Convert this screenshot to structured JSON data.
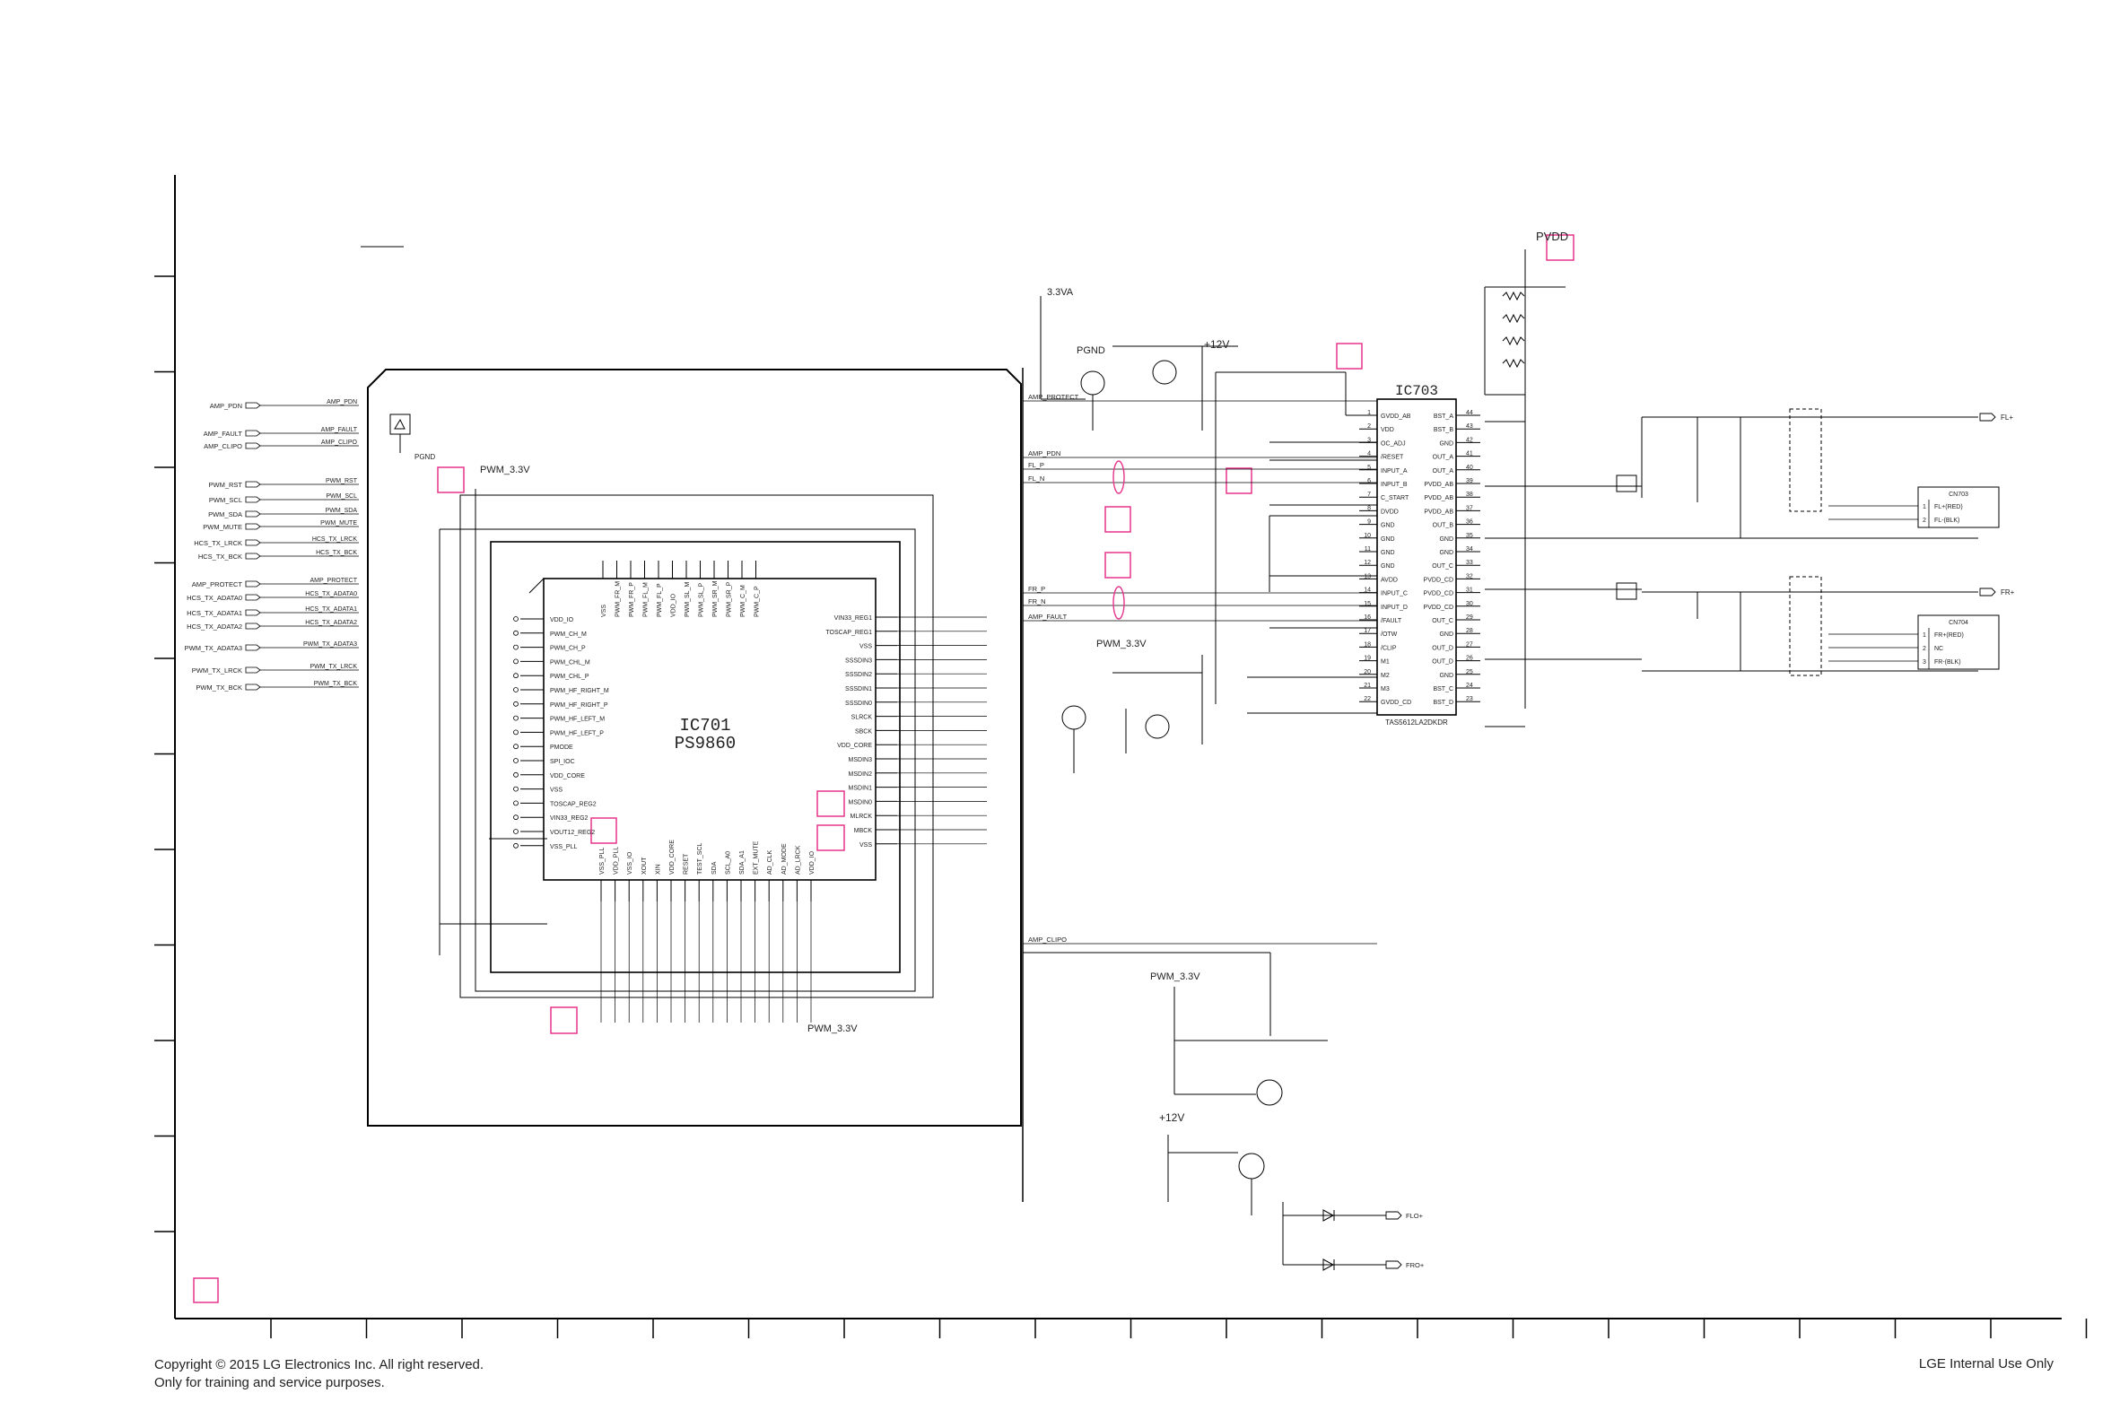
{
  "footer": {
    "copyright_line1": "Copyright © 2015 LG Electronics Inc. All right reserved.",
    "copyright_line2": "Only for training and service purposes.",
    "internal": "LGE Internal Use Only"
  },
  "ic701": {
    "ref": "IC701",
    "part": "PS9860"
  },
  "ic703": {
    "ref": "IC703",
    "part": "TAS5612LA2DKDR"
  },
  "rails": {
    "v33a": "3.3VA",
    "pwm33": "PWM_3.3V",
    "p12v": "+12V",
    "pvdd": "PVDD",
    "pgnd": "PGND"
  },
  "left_nets": [
    "AMP_PDN",
    "AMP_FAULT",
    "AMP_CLIPO",
    "PWM_RST",
    "PWM_SCL",
    "PWM_SDA",
    "PWM_MUTE",
    "HCS_TX_LRCK",
    "HCS_TX_BCK",
    "AMP_PROTECT",
    "HCS_TX_ADATA0",
    "HCS_TX_ADATA1",
    "HCS_TX_ADATA2",
    "PWM_TX_ADATA3",
    "PWM_TX_LRCK",
    "PWM_TX_BCK"
  ],
  "mid_nets": [
    "AMP_PROTECT",
    "AMP_PDN",
    "FL_P",
    "FL_N",
    "FR_P",
    "FR_N",
    "AMP_FAULT",
    "AMP_CLIPO"
  ],
  "ic701_top_pins": [
    "VSS",
    "PWM_FR_M",
    "PWM_FR_P",
    "PWM_FL_M",
    "PWM_FL_P",
    "VDD_IO",
    "PWM_SL_M",
    "PWM_SL_P",
    "PWM_SR_M",
    "PWM_SR_P",
    "PWM_C_M",
    "PWM_C_P"
  ],
  "ic701_left_pins": [
    "VDD_IO",
    "PWM_CH_M",
    "PWM_CH_P",
    "PWM_CHL_M",
    "PWM_CHL_P",
    "PWM_HF_RIGHT_M",
    "PWM_HF_RIGHT_P",
    "PWM_HF_LEFT_M",
    "PWM_HF_LEFT_P",
    "PMODE",
    "SPI_IOC",
    "VDD_CORE",
    "VSS",
    "TOSCAP_REG2",
    "VIN33_REG2",
    "VOUT12_REG2",
    "VSS_PLL"
  ],
  "ic701_right_pins": [
    "VIN33_REG1",
    "TOSCAP_REG1",
    "VSS",
    "SSSDIN3",
    "SSSDIN2",
    "SSSDIN1",
    "SSSDIN0",
    "SLRCK",
    "SBCK",
    "VDD_CORE",
    "MSDIN3",
    "MSDIN2",
    "MSDIN1",
    "MSDIN0",
    "MLRCK",
    "MBCK",
    "VSS"
  ],
  "ic701_bottom_pins": [
    "VSS_PLL",
    "VDD_PLL",
    "VSS_IO",
    "XOUT",
    "XIN",
    "VDD_CORE",
    "RESET",
    "TEST_SCL",
    "SDA",
    "SCL_A0",
    "SDA_A1",
    "EXT_MUTE",
    "AD_CLK",
    "AD_MODE",
    "AD_LRCK",
    "VDD_IO"
  ],
  "ic703_left_pins": [
    "GVDD_AB",
    "VDD",
    "OC_ADJ",
    "/RESET",
    "INPUT_A",
    "INPUT_B",
    "C_START",
    "DVDD",
    "GND",
    "GND",
    "GND",
    "GND",
    "AVDD",
    "INPUT_C",
    "INPUT_D",
    "/FAULT",
    "/OTW",
    "/CLIP",
    "M1",
    "M2",
    "M3",
    "GVDD_CD"
  ],
  "ic703_right_pins": [
    "BST_A",
    "BST_B",
    "GND",
    "OUT_A",
    "OUT_A",
    "PVDD_AB",
    "PVDD_AB",
    "PVDD_AB",
    "OUT_B",
    "GND",
    "GND",
    "OUT_C",
    "PVDD_CD",
    "PVDD_CD",
    "PVDD_CD",
    "OUT_C",
    "GND",
    "OUT_D",
    "OUT_D",
    "GND",
    "BST_C",
    "BST_D"
  ],
  "connectors": [
    {
      "ref": "CN703",
      "pins": [
        "FL+(RED)",
        "FL-(BLK)"
      ]
    },
    {
      "ref": "CN704",
      "pins": [
        "FR+(RED)",
        "NC",
        "FR-(BLK)"
      ]
    }
  ],
  "outputs": [
    "FL+",
    "FR+"
  ],
  "leds": [
    "FLO+",
    "FRO+"
  ],
  "frame": {
    "bottom_ticks": 20,
    "left_ticks": 11
  }
}
